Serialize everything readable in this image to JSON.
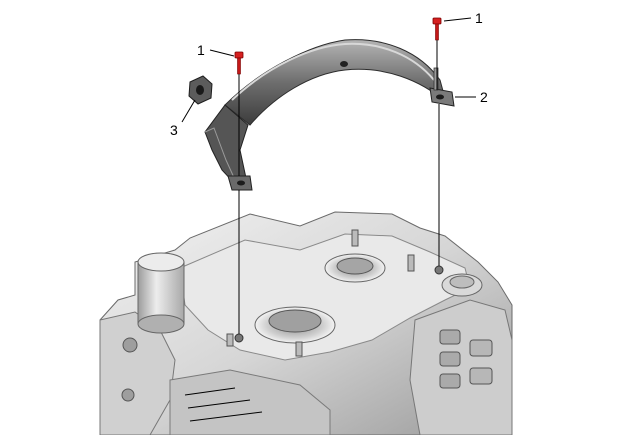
{
  "callouts": [
    {
      "number": "1"
    },
    {
      "number": "1"
    },
    {
      "number": "2"
    },
    {
      "number": "3"
    }
  ],
  "colors": {
    "bolt": "#d62020",
    "housing_light": "#e4e4e4",
    "housing_mid": "#bdbdbd",
    "housing_dark": "#7a7a7a",
    "bracket_dark": "#4a4a4a",
    "bracket_mid": "#8c8c8c"
  }
}
